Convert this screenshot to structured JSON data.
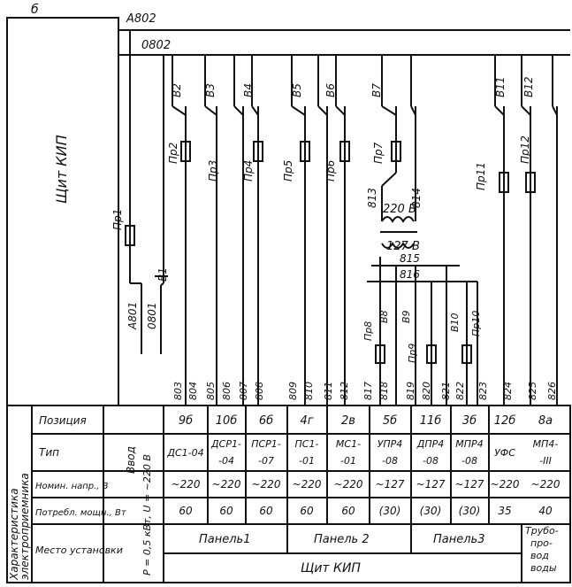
{
  "panel_letter": "б",
  "panel_name": "Щит КИП",
  "bus_a": "А802",
  "bus_b": "0802",
  "feeder_left": {
    "breaker": "В1",
    "fuse": "Пр1",
    "wire_a": "А801",
    "wire_b": "0801"
  },
  "breakers": [
    {
      "breaker": "В2",
      "fuse": "Пр2",
      "wires": [
        "803",
        "804"
      ]
    },
    {
      "breaker": "В3",
      "fuse": "Пр3",
      "wires": [
        "805",
        "806"
      ]
    },
    {
      "breaker": "В4",
      "fuse": "Пр4",
      "wires": [
        "807",
        "808"
      ]
    },
    {
      "breaker": "В5",
      "fuse": "Пр5",
      "wires": [
        "809",
        "810"
      ]
    },
    {
      "breaker": "В6",
      "fuse": "Пр6",
      "wires": [
        "811",
        "812"
      ]
    }
  ],
  "transformer": {
    "breaker": "В7",
    "fuse": "Пр7",
    "wire_in_a": "813",
    "wire_in_b": "814",
    "primary": "220 В",
    "secondary": "127 В",
    "bus_a": "815",
    "bus_b": "816"
  },
  "sub_breakers": [
    {
      "breaker": "В8",
      "fuse": "Пр8",
      "wires": [
        "817",
        "818"
      ]
    },
    {
      "breaker": "В9",
      "fuse": "Пр9",
      "wires": [
        "819",
        "820"
      ]
    },
    {
      "breaker": "В10",
      "fuse": "Пр10",
      "wires": [
        "821",
        "822"
      ]
    }
  ],
  "wire_823": "823",
  "breakers_right": [
    {
      "breaker": "В11",
      "fuse": "Пр11",
      "wires": [
        "824"
      ]
    },
    {
      "breaker": "В12",
      "fuse": "Пр12",
      "wires": [
        "825",
        "826"
      ]
    }
  ],
  "table": {
    "side_header": [
      "Характеристика",
      "электроприемника"
    ],
    "row_labels": [
      "Позиция",
      "Тип",
      "Номин. напр., В",
      "Потребл. мощн., Вт",
      "Место установки"
    ],
    "input_label": "Ввод",
    "input_params": "P = 0,5 кВт, U = ~220 В",
    "columns": [
      {
        "pos": "9б",
        "type": [
          "ДС1-04"
        ],
        "volt": "~220",
        "power": "60"
      },
      {
        "pos": "10б",
        "type": [
          "ДСР1-",
          "-04"
        ],
        "volt": "~220",
        "power": "60"
      },
      {
        "pos": "6б",
        "type": [
          "ПСР1-",
          "-07"
        ],
        "volt": "~220",
        "power": "60"
      },
      {
        "pos": "4г",
        "type": [
          "ПС1-",
          "-01"
        ],
        "volt": "~220",
        "power": "60"
      },
      {
        "pos": "2в",
        "type": [
          "МС1-",
          "-01"
        ],
        "volt": "~220",
        "power": "60"
      },
      {
        "pos": "5б",
        "type": [
          "УПР4",
          "-08"
        ],
        "volt": "~127",
        "power": "(30)"
      },
      {
        "pos": "11б",
        "type": [
          "ДПР4",
          "-08"
        ],
        "volt": "~127",
        "power": "(30)"
      },
      {
        "pos": "3б",
        "type": [
          "МПР4",
          "-08"
        ],
        "volt": "~127",
        "power": "(30)"
      },
      {
        "pos": "12б",
        "type": [
          "УФС"
        ],
        "volt": "~220",
        "power": "35"
      },
      {
        "pos": "8а",
        "type": [
          "МП4-",
          "-III"
        ],
        "volt": "~220",
        "power": "40"
      }
    ],
    "places": [
      "Панель1",
      "Панель 2",
      "Панель3"
    ],
    "place_pipe": [
      "Трубо-",
      "про-",
      "вод",
      "воды"
    ],
    "place_shield": "Щит КИП"
  }
}
